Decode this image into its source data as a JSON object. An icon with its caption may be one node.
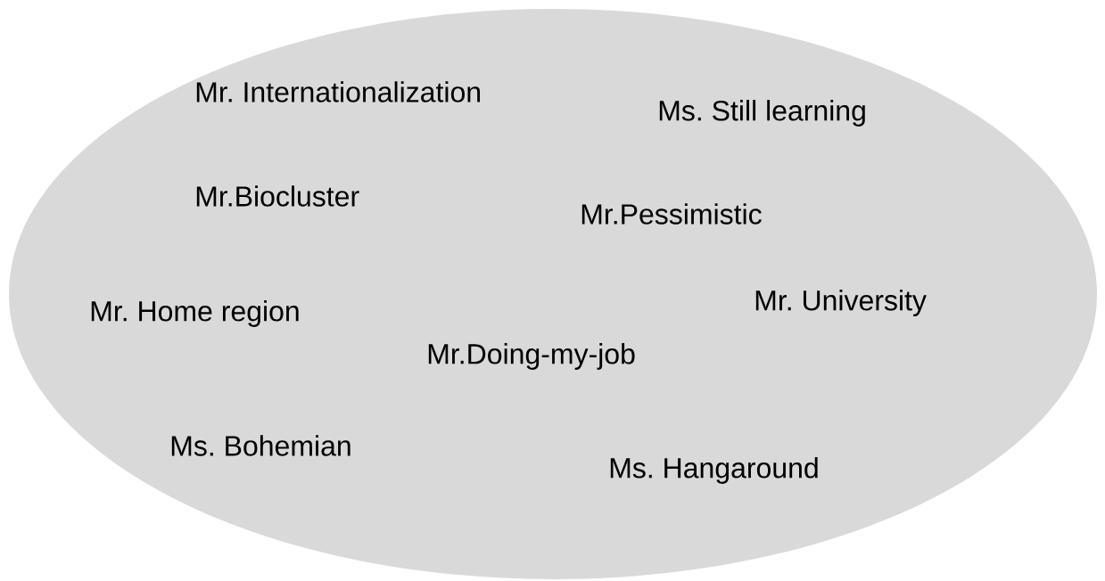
{
  "diagram": {
    "nodes": [
      {
        "text": [
          "Mr. Internationalization",
          "Ms. Still learning",
          "Mr.Biocluster",
          "Mr.Pessimistic",
          "Mr. University",
          "Mr. Home region",
          "Mr.Doing-my-job",
          "Ms. Bohemian",
          "Ms. Hangaround"
        ]
      }
    ]
  }
}
